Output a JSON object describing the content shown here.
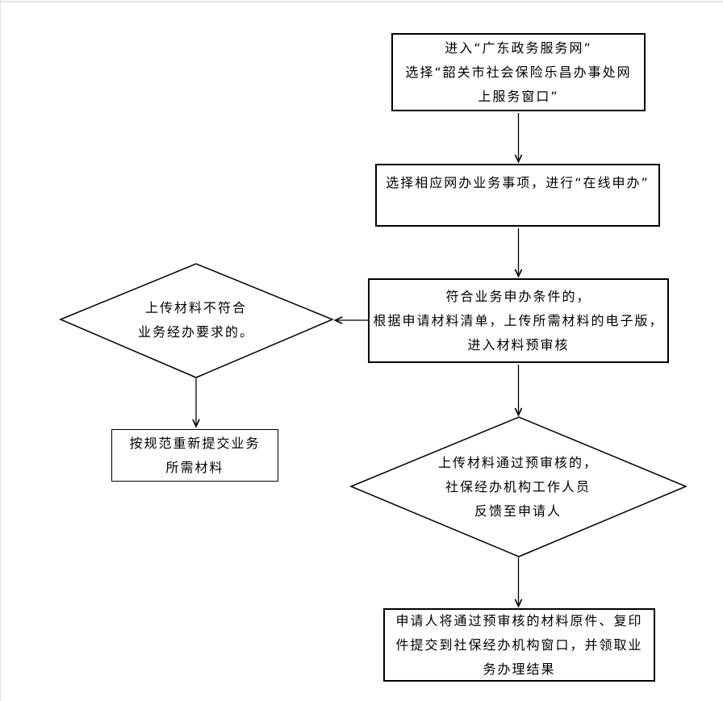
{
  "page": {
    "background": "#ffffff",
    "stroke_color": "#000000",
    "page_edge_color": "#e4e4e4"
  },
  "flowchart": {
    "nodes": {
      "enter_portal": {
        "type": "process",
        "text": "进入“广东政务服务网”\n选择“韶关市社会保险乐昌办事处网\n上服务窗口”"
      },
      "select_business": {
        "type": "process",
        "text": "选择相应网办业务事项，进行“在线申办”"
      },
      "upload_materials": {
        "type": "process",
        "text": "符合业务申办条件的，\n根据申请材料清单，上传所需材料的电子版，\n进入材料预审核"
      },
      "materials_rejected": {
        "type": "decision",
        "text": "上传材料不符合\n业务经办要求的。"
      },
      "resubmit_materials": {
        "type": "process",
        "text": "按规范重新提交业务\n所需材料"
      },
      "materials_passed": {
        "type": "decision",
        "text": "上传材料通过预审核的，\n社保经办机构工作人员\n反馈至申请人"
      },
      "collect_result": {
        "type": "process",
        "text": "申请人将通过预审核的材料原件、复印\n件提交到社保经办机构窗口，并领取业\n务办理结果"
      }
    },
    "edges": [
      {
        "from": "enter_portal",
        "to": "select_business"
      },
      {
        "from": "select_business",
        "to": "upload_materials"
      },
      {
        "from": "upload_materials",
        "to": "materials_rejected"
      },
      {
        "from": "materials_rejected",
        "to": "resubmit_materials"
      },
      {
        "from": "upload_materials",
        "to": "materials_passed"
      },
      {
        "from": "materials_passed",
        "to": "collect_result"
      }
    ]
  }
}
